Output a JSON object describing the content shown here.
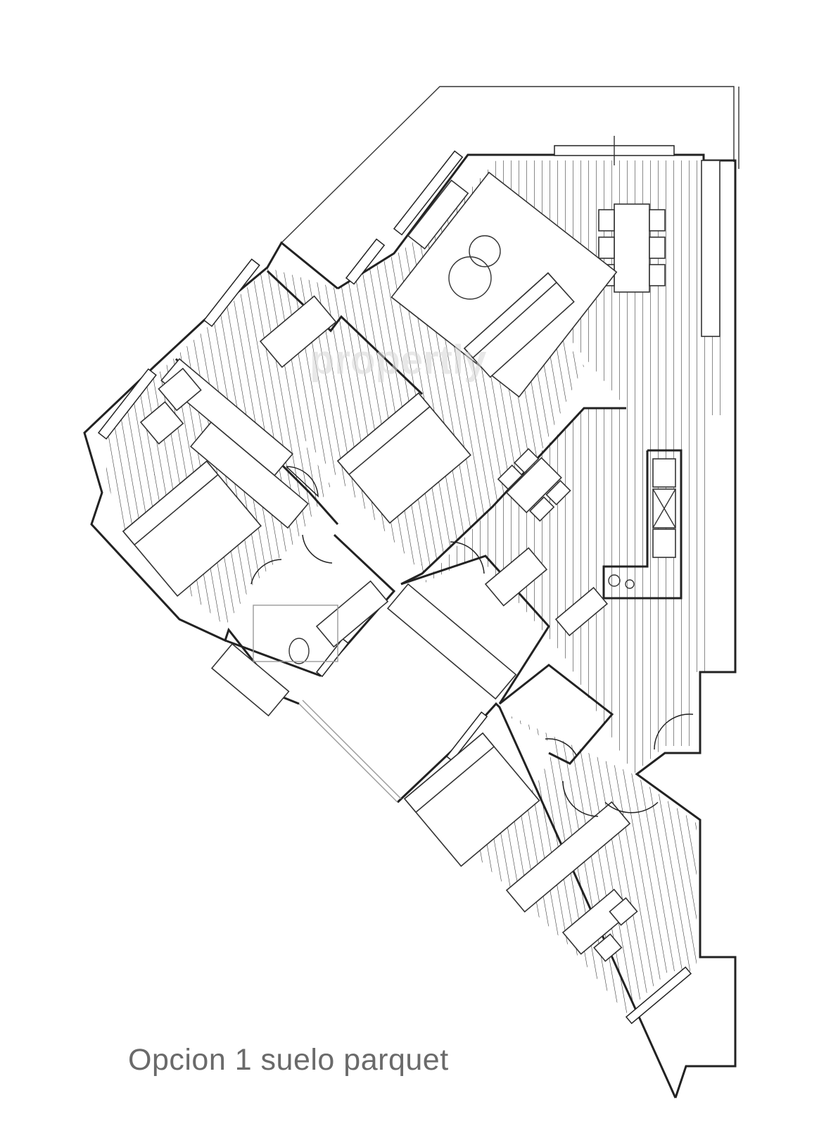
{
  "plan": {
    "caption": "Opcion 1 suelo parquet",
    "watermark": "propertly",
    "floor_material": "parquet",
    "line_color": "#222222",
    "background": "#ffffff"
  }
}
